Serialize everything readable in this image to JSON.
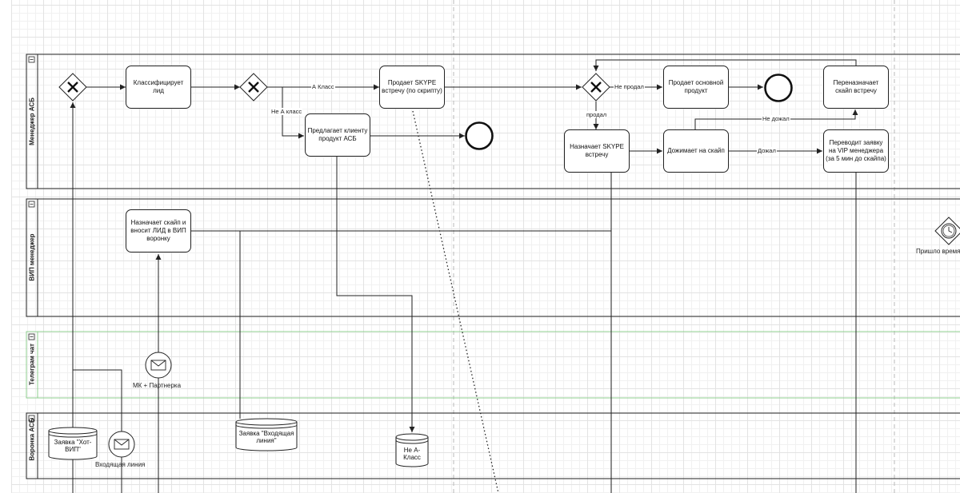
{
  "lanes": {
    "manager": "Менеджер АСБ",
    "vip": "ВИП менеджер",
    "telegram": "Телеграм чат",
    "funnel": "Воронка АСБ"
  },
  "tasks": {
    "classify": "Классифицирует лид",
    "sell_skype": "Продает SKYPE встречу (по скрипту)",
    "offer_product": "Предлагает клиенту продукт АСБ",
    "sell_main": "Продает основной продукт",
    "reschedule": "Переназначает скайп встречу",
    "assign_skype": "Назначает SKYPE встречу",
    "push_skype": "Дожимает на скайп",
    "transfer_vip": "Переводит заявку на VIP менеджера (за 5 мин до скайпа)",
    "vip_assign": "Назначает скайп и вносит ЛИД в ВИП воронку"
  },
  "edge_labels": {
    "a_class": "А Класс",
    "not_a_class": "Не А класс",
    "not_sold": "Не продал",
    "sold": "продал",
    "not_pushed": "Не дожал",
    "pushed": "Дожал"
  },
  "events": {
    "mk_partner": "МК + Партнерка",
    "incoming_line": "Входящая линия",
    "time_came": "Пришло время"
  },
  "data_stores": {
    "hot_vip": "Заявка \"Хот-ВИП\"",
    "incoming_request": "Заявка \"Входящая линия\"",
    "not_a_class": "Не А-Класс"
  },
  "icons": {
    "gateway": "exclusive-gateway-icon",
    "end_event": "end-event-icon",
    "message_event": "message-event-icon",
    "timer_event": "timer-event-icon",
    "lane_toggle": "collapse-toggle-icon"
  }
}
